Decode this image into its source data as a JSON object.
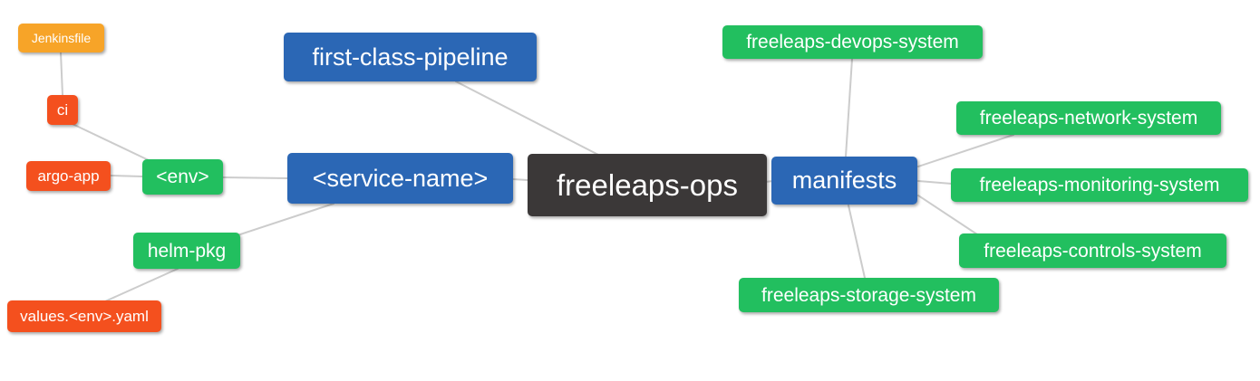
{
  "mindmap": {
    "background": "#ffffff",
    "edge_color": "#cccccc",
    "palette": {
      "root_dark": "#3b3838",
      "branch_blue": "#2b67b5",
      "leaf_green": "#22bf5f",
      "leaf_red": "#f4501e",
      "leaf_orange": "#f7a428",
      "text": "#ffffff"
    },
    "root": {
      "label": "freeleaps-ops",
      "color": "#3b3838"
    },
    "nodes": {
      "first_class_pipeline": {
        "label": "first-class-pipeline",
        "color": "#2b67b5"
      },
      "service_name": {
        "label": "<service-name>",
        "color": "#2b67b5"
      },
      "manifests": {
        "label": "manifests",
        "color": "#2b67b5"
      },
      "env": {
        "label": "<env>",
        "color": "#22bf5f"
      },
      "helm_pkg": {
        "label": "helm-pkg",
        "color": "#22bf5f"
      },
      "ci": {
        "label": "ci",
        "color": "#f4501e"
      },
      "argo_app": {
        "label": "argo-app",
        "color": "#f4501e"
      },
      "values_env_yaml": {
        "label": "values.<env>.yaml",
        "color": "#f4501e"
      },
      "jenkinsfile": {
        "label": "Jenkinsfile",
        "color": "#f7a428"
      },
      "devops_system": {
        "label": "freeleaps-devops-system",
        "color": "#22bf5f"
      },
      "network_system": {
        "label": "freeleaps-network-system",
        "color": "#22bf5f"
      },
      "monitoring_system": {
        "label": "freeleaps-monitoring-system",
        "color": "#22bf5f"
      },
      "controls_system": {
        "label": "freeleaps-controls-system",
        "color": "#22bf5f"
      },
      "storage_system": {
        "label": "freeleaps-storage-system",
        "color": "#22bf5f"
      }
    }
  }
}
